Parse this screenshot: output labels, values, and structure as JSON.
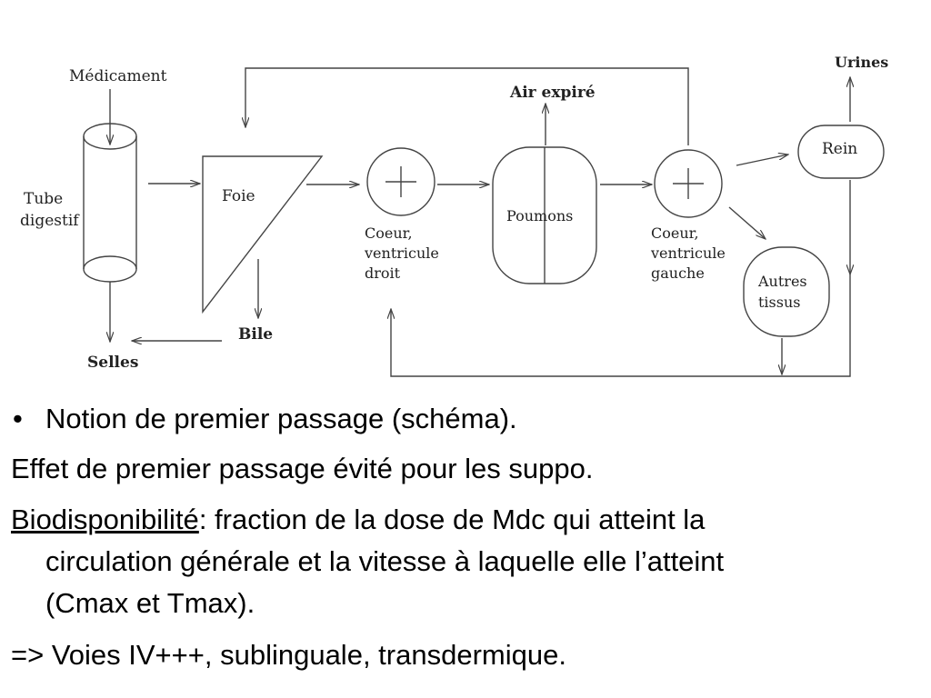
{
  "diagram": {
    "labels": {
      "medicament": "Médicament",
      "tube_line1": "Tube",
      "tube_line2": "digestif",
      "selles": "Selles",
      "foie": "Foie",
      "bile": "Bile",
      "coeur_droit_line1": "Coeur,",
      "coeur_droit_line2": "ventricule",
      "coeur_droit_line3": "droit",
      "poumons": "Poumons",
      "air_expire": "Air expiré",
      "coeur_gauche_line1": "Coeur,",
      "coeur_gauche_line2": "ventricule",
      "coeur_gauche_line3": "gauche",
      "rein": "Rein",
      "urines": "Urines",
      "autres_line1": "Autres",
      "autres_line2": "tissus"
    }
  },
  "text": {
    "bullet": "•",
    "line1": "Notion de premier passage (schéma).",
    "line2": "Effet de premier passage évité pour les suppo.",
    "bio_term": "Biodisponibilité",
    "bio_rest": ": fraction de la dose de Mdc qui atteint la",
    "bio_cont1": "circulation générale et la vitesse à laquelle elle l’atteint",
    "bio_cont2": "(Cmax et Tmax).",
    "line4": "=> Voies IV+++, sublinguale, transdermique."
  }
}
